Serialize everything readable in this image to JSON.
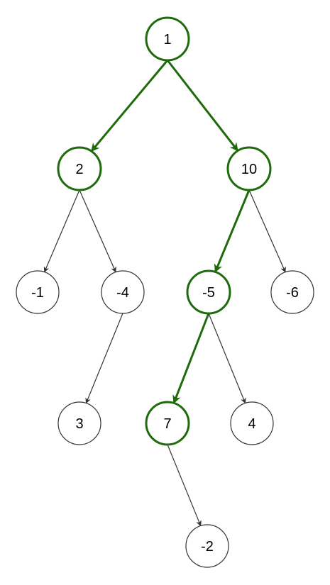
{
  "colors": {
    "highlight": "#1e6b0c",
    "normal": "#333333",
    "node_fill": "#ffffff",
    "label": "#000000"
  },
  "tree": {
    "nodes": [
      {
        "id": "n1",
        "label": "1",
        "highlighted": true
      },
      {
        "id": "n2",
        "label": "2",
        "highlighted": true
      },
      {
        "id": "n10",
        "label": "10",
        "highlighted": true
      },
      {
        "id": "nm1",
        "label": "-1",
        "highlighted": false
      },
      {
        "id": "nm4",
        "label": "-4",
        "highlighted": false
      },
      {
        "id": "nm5",
        "label": "-5",
        "highlighted": true
      },
      {
        "id": "nm6",
        "label": "-6",
        "highlighted": false
      },
      {
        "id": "n3",
        "label": "3",
        "highlighted": false
      },
      {
        "id": "n7",
        "label": "7",
        "highlighted": true
      },
      {
        "id": "n4",
        "label": "4",
        "highlighted": false
      },
      {
        "id": "nm2",
        "label": "-2",
        "highlighted": false
      }
    ],
    "edges": [
      {
        "from": "n1",
        "to": "n2",
        "highlighted": true
      },
      {
        "from": "n1",
        "to": "n10",
        "highlighted": true
      },
      {
        "from": "n2",
        "to": "nm1",
        "highlighted": false
      },
      {
        "from": "n2",
        "to": "nm4",
        "highlighted": false
      },
      {
        "from": "n10",
        "to": "nm5",
        "highlighted": true
      },
      {
        "from": "n10",
        "to": "nm6",
        "highlighted": false
      },
      {
        "from": "nm4",
        "to": "n3",
        "highlighted": false
      },
      {
        "from": "nm5",
        "to": "n7",
        "highlighted": true
      },
      {
        "from": "nm5",
        "to": "n4",
        "highlighted": false
      },
      {
        "from": "n7",
        "to": "nm2",
        "highlighted": false
      }
    ]
  }
}
